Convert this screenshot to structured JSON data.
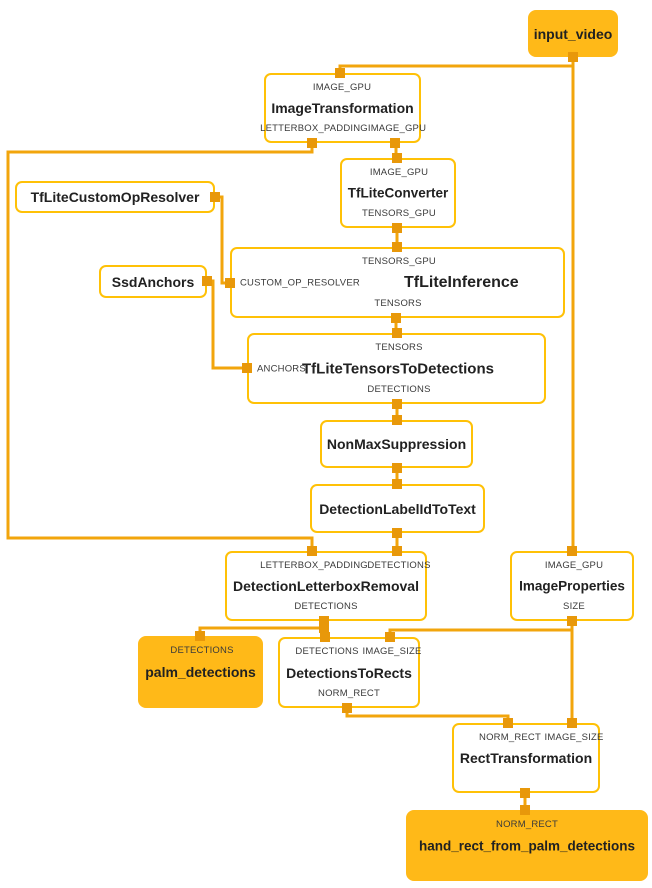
{
  "colors": {
    "node_fill": "#FFB918",
    "node_border": "#FFC107",
    "edge": "#F2A50C",
    "port": "#E8980A",
    "title_color": "#212121",
    "label_color": "#3a3a3a"
  },
  "nodes": {
    "input_video": {
      "label": "input_video"
    },
    "image_transformation": {
      "label": "ImageTransformation",
      "in_top": "IMAGE_GPU",
      "out_letterbox": "LETTERBOX_PADDING",
      "out_image": "IMAGE_GPU"
    },
    "tflite_converter": {
      "label": "TfLiteConverter",
      "in_top": "IMAGE_GPU",
      "out_bottom": "TENSORS_GPU"
    },
    "tflite_custom_op_resolver": {
      "label": "TfLiteCustomOpResolver"
    },
    "ssd_anchors": {
      "label": "SsdAnchors"
    },
    "tflite_inference": {
      "label": "TfLiteInference",
      "in_top": "TENSORS_GPU",
      "in_left": "CUSTOM_OP_RESOLVER",
      "out_bottom": "TENSORS"
    },
    "tflite_tensors_to_detections": {
      "label": "TfLiteTensorsToDetections",
      "in_top": "TENSORS",
      "in_left": "ANCHORS",
      "out_bottom": "DETECTIONS"
    },
    "non_max_suppression": {
      "label": "NonMaxSuppression"
    },
    "detection_label_id_to_text": {
      "label": "DetectionLabelIdToText"
    },
    "detection_letterbox_removal": {
      "label": "DetectionLetterboxRemoval",
      "in_letterbox": "LETTERBOX_PADDING",
      "in_detections": "DETECTIONS",
      "out_bottom": "DETECTIONS"
    },
    "image_properties": {
      "label": "ImageProperties",
      "in_top": "IMAGE_GPU",
      "out_bottom": "SIZE"
    },
    "palm_detections": {
      "label": "palm_detections",
      "in_top": "DETECTIONS"
    },
    "detections_to_rects": {
      "label": "DetectionsToRects",
      "in_detections": "DETECTIONS",
      "in_image_size": "IMAGE_SIZE",
      "out_bottom": "NORM_RECT"
    },
    "rect_transformation": {
      "label": "RectTransformation",
      "in_norm_rect": "NORM_RECT",
      "in_image_size": "IMAGE_SIZE"
    },
    "hand_rect_from_palm_detections": {
      "label": "hand_rect_from_palm_detections",
      "in_top": "NORM_RECT"
    }
  },
  "edges": [
    {
      "from": "input_video",
      "to": "ImageTransformation",
      "to_port": "IMAGE_GPU"
    },
    {
      "from": "input_video",
      "to": "ImageProperties",
      "to_port": "IMAGE_GPU"
    },
    {
      "from": "ImageTransformation",
      "from_port": "IMAGE_GPU",
      "to": "TfLiteConverter",
      "to_port": "IMAGE_GPU"
    },
    {
      "from": "ImageTransformation",
      "from_port": "LETTERBOX_PADDING",
      "to": "DetectionLetterboxRemoval",
      "to_port": "LETTERBOX_PADDING"
    },
    {
      "from": "TfLiteConverter",
      "from_port": "TENSORS_GPU",
      "to": "TfLiteInference",
      "to_port": "TENSORS_GPU"
    },
    {
      "from": "TfLiteCustomOpResolver",
      "to": "TfLiteInference",
      "to_port": "CUSTOM_OP_RESOLVER"
    },
    {
      "from": "SsdAnchors",
      "to": "TfLiteTensorsToDetections",
      "to_port": "ANCHORS"
    },
    {
      "from": "TfLiteInference",
      "from_port": "TENSORS",
      "to": "TfLiteTensorsToDetections",
      "to_port": "TENSORS"
    },
    {
      "from": "TfLiteTensorsToDetections",
      "from_port": "DETECTIONS",
      "to": "NonMaxSuppression"
    },
    {
      "from": "NonMaxSuppression",
      "to": "DetectionLabelIdToText"
    },
    {
      "from": "DetectionLabelIdToText",
      "to": "DetectionLetterboxRemoval",
      "to_port": "DETECTIONS"
    },
    {
      "from": "DetectionLetterboxRemoval",
      "from_port": "DETECTIONS",
      "to": "palm_detections"
    },
    {
      "from": "DetectionLetterboxRemoval",
      "from_port": "DETECTIONS",
      "to": "DetectionsToRects",
      "to_port": "DETECTIONS"
    },
    {
      "from": "ImageProperties",
      "from_port": "SIZE",
      "to": "DetectionsToRects",
      "to_port": "IMAGE_SIZE"
    },
    {
      "from": "ImageProperties",
      "from_port": "SIZE",
      "to": "RectTransformation",
      "to_port": "IMAGE_SIZE"
    },
    {
      "from": "DetectionsToRects",
      "from_port": "NORM_RECT",
      "to": "RectTransformation",
      "to_port": "NORM_RECT"
    },
    {
      "from": "RectTransformation",
      "to": "hand_rect_from_palm_detections",
      "to_port": "NORM_RECT"
    }
  ]
}
